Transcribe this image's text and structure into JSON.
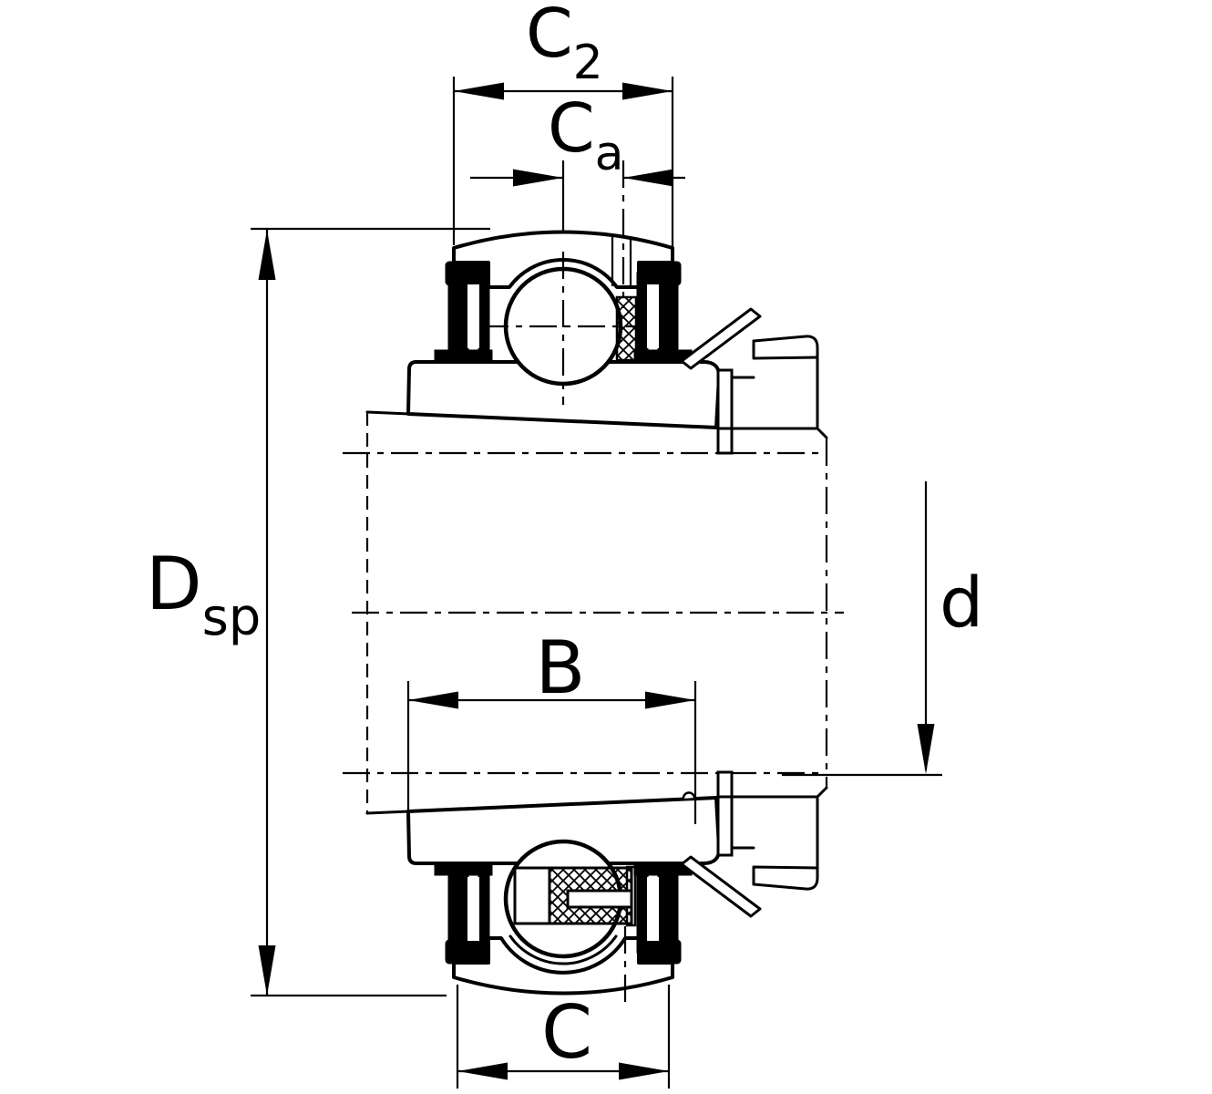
{
  "drawing": {
    "background": "#ffffff",
    "line_color": "#000000",
    "labels": {
      "c2": {
        "main": "C",
        "sub": "2"
      },
      "ca": {
        "main": "C",
        "sub": "a"
      },
      "dsp": {
        "main": "D",
        "sub": "sp"
      },
      "d": {
        "main": "d",
        "sub": ""
      },
      "b": {
        "main": "B",
        "sub": ""
      },
      "c": {
        "main": "C",
        "sub": ""
      }
    }
  }
}
